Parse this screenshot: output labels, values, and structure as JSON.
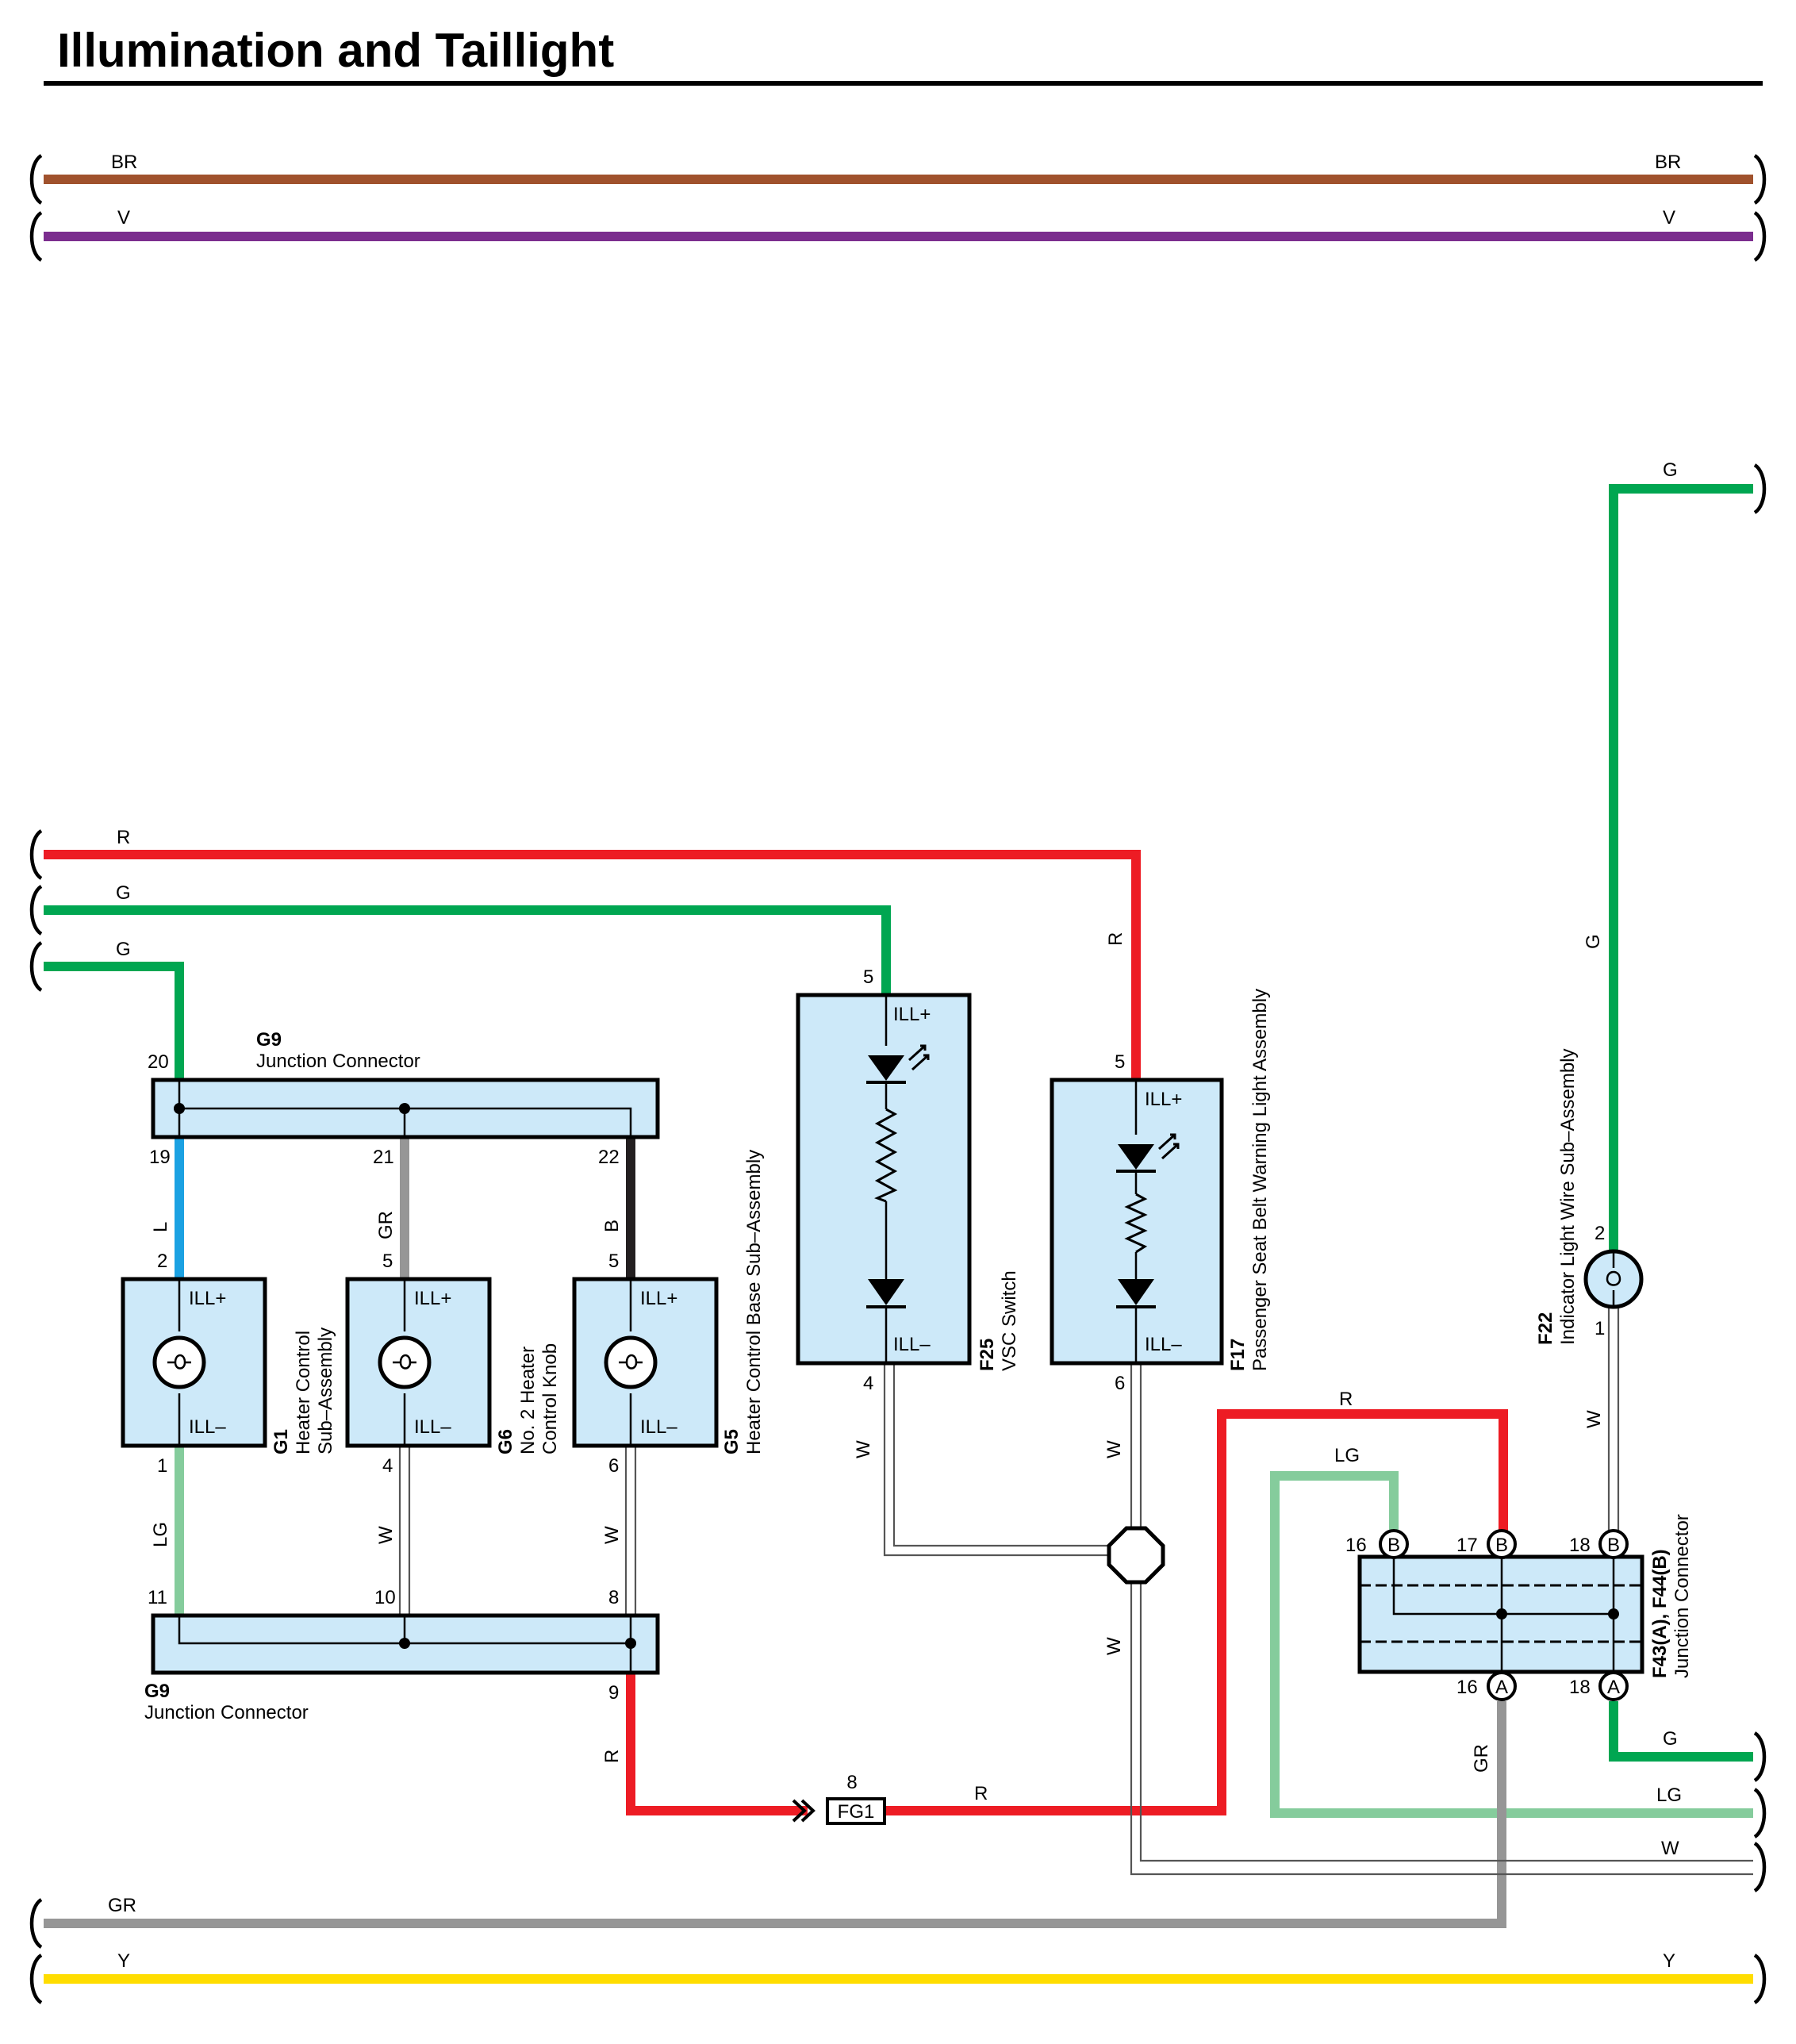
{
  "title": "Illumination and Taillight",
  "colors": {
    "BR": "#a0522d",
    "V": "#7b2d8e",
    "R": "#ed1c24",
    "G": "#00a651",
    "L": "#1ba1e2",
    "GR": "#969696",
    "B": "#231f20",
    "LG": "#85cc9c",
    "Y": "#ffdd00",
    "W": "#ffffff",
    "box_fill": "#cde9f9"
  },
  "wire_labels": {
    "br_left": "BR",
    "br_right": "BR",
    "v_left": "V",
    "v_right": "V",
    "r_top": "R",
    "g_top1": "G",
    "g_top2": "G",
    "r_vert_f17": "R",
    "g_right_top": "G",
    "g_right_vert": "G",
    "w_f22": "W",
    "l_g1": "L",
    "gr_g6": "GR",
    "b_g5": "B",
    "lg_g1": "LG",
    "w_g6": "W",
    "w_g5": "W",
    "w_f25": "W",
    "w_f17": "W",
    "w_splice": "W",
    "r_g9_out": "R",
    "r_fg1": "R",
    "r_jc": "R",
    "lg_jc": "LG",
    "gr_jc": "GR",
    "g_right_out": "G",
    "lg_right_out": "LG",
    "w_right_out": "W",
    "gr_bottom": "GR",
    "y_left": "Y",
    "y_right": "Y"
  },
  "components": {
    "g9_top": {
      "code": "G9",
      "name": "Junction Connector",
      "pins": [
        "20",
        "19",
        "21",
        "22"
      ]
    },
    "g9_bottom": {
      "code": "G9",
      "name": "Junction Connector",
      "pins": [
        "11",
        "10",
        "8",
        "9"
      ]
    },
    "g1": {
      "code": "G1",
      "name_l1": "Heater Control",
      "name_l2": "Sub–Assembly",
      "pin_top": "2",
      "pin_bottom": "1",
      "ill_plus": "ILL+",
      "ill_minus": "ILL–"
    },
    "g6": {
      "code": "G6",
      "name_l1": "No. 2 Heater",
      "name_l2": "Control Knob",
      "pin_top": "5",
      "pin_bottom": "4",
      "ill_plus": "ILL+",
      "ill_minus": "ILL–"
    },
    "g5": {
      "code": "G5",
      "name": "Heater Control Base Sub–Assembly",
      "pin_top": "5",
      "pin_bottom": "6",
      "ill_plus": "ILL+",
      "ill_minus": "ILL–"
    },
    "f25": {
      "code": "F25",
      "name": "VSC Switch",
      "pin_top": "5",
      "pin_bottom": "4",
      "ill_plus": "ILL+",
      "ill_minus": "ILL–"
    },
    "f17": {
      "code": "F17",
      "name": "Passenger Seat Belt Warning Light Assembly",
      "pin_top": "5",
      "pin_bottom": "6",
      "ill_plus": "ILL+",
      "ill_minus": "ILL–"
    },
    "f22": {
      "code": "F22",
      "name": "Indicator Light Wire Sub–Assembly",
      "pin_top": "2",
      "pin_bottom": "1"
    },
    "jc": {
      "code": "F43(A), F44(B)",
      "name": "Junction Connector",
      "top_pins": [
        "16",
        "17",
        "18"
      ],
      "bottom_pins": [
        "16",
        "18"
      ],
      "top_tag": "B",
      "bottom_tag": "A"
    },
    "fg1": {
      "code": "FG1",
      "pin": "8"
    }
  }
}
